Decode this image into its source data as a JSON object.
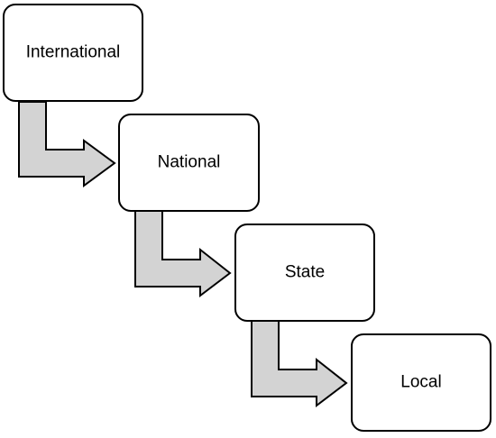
{
  "colors": {
    "box_fill": "#ffffff",
    "box_stroke": "#000000",
    "arrow_fill": "#d3d3d3",
    "arrow_stroke": "#000000",
    "text": "#000000"
  },
  "levels": [
    {
      "label": "International"
    },
    {
      "label": "National"
    },
    {
      "label": "State"
    },
    {
      "label": "Local"
    }
  ]
}
